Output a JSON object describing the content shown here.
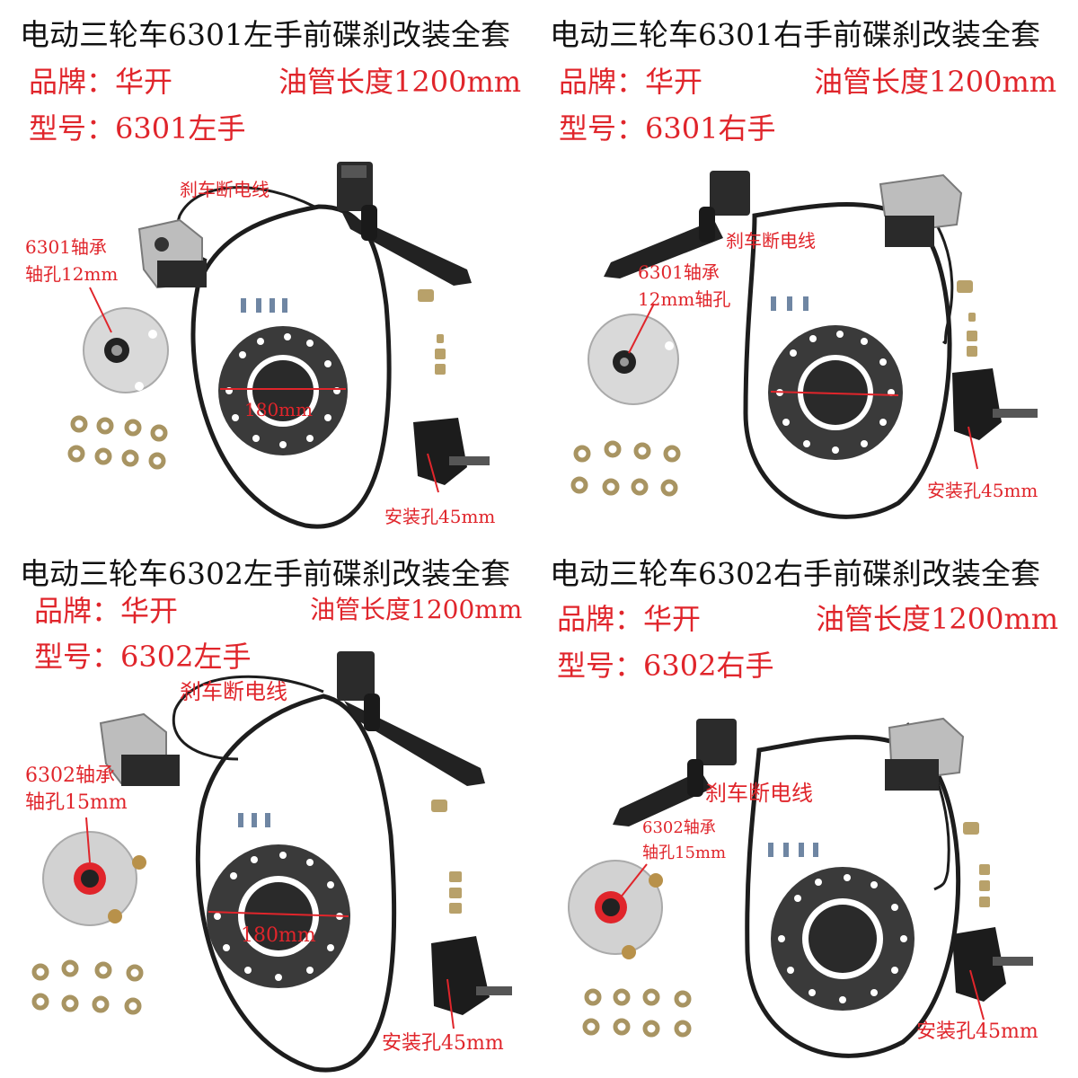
{
  "panels": [
    {
      "title": "电动三轮车6301左手前碟刹改装全套",
      "brand": "品牌：华开",
      "hose": "油管长度1200mm",
      "model": "型号：6301左手",
      "label_cut": "刹车断电线",
      "label_bearing_1": "6301轴承",
      "label_bearing_2": "轴孔12mm",
      "label_disc": "180mm",
      "label_mount": "安装孔45mm"
    },
    {
      "title": "电动三轮车6301右手前碟刹改装全套",
      "brand": "品牌：华开",
      "hose": "油管长度1200mm",
      "model": "型号：6301右手",
      "label_cut": "刹车断电线",
      "label_bearing_1": "6301轴承",
      "label_bearing_2": "12mm轴孔",
      "label_mount": "安装孔45mm"
    },
    {
      "title": "电动三轮车6302左手前碟刹改装全套",
      "brand": "品牌：华开",
      "hose": "油管长度1200mm",
      "model": "型号：6302左手",
      "label_cut": "刹车断电线",
      "label_bearing_1": "6302轴承",
      "label_bearing_2": "轴孔15mm",
      "label_disc": "180mm",
      "label_mount": "安装孔45mm"
    },
    {
      "title": "电动三轮车6302右手前碟刹改装全套",
      "brand": "品牌：华开",
      "hose": "油管长度1200mm",
      "model": "型号：6302右手",
      "label_cut": "刹车断电线",
      "label_bearing_1": "6302轴承",
      "label_bearing_2": "轴孔15mm",
      "label_mount": "安装孔45mm"
    }
  ],
  "colors": {
    "accent_red": "#e0252b",
    "title_text": "#111111",
    "metal_dark": "#2a2a2a",
    "metal_light": "#c9c9c9"
  },
  "icons": [
    "brake-lever-icon",
    "caliper-icon",
    "brake-disc-icon",
    "hub-icon",
    "mount-bracket-icon",
    "hose-icon",
    "bolt-icon",
    "nut-icon",
    "washer-icon"
  ]
}
